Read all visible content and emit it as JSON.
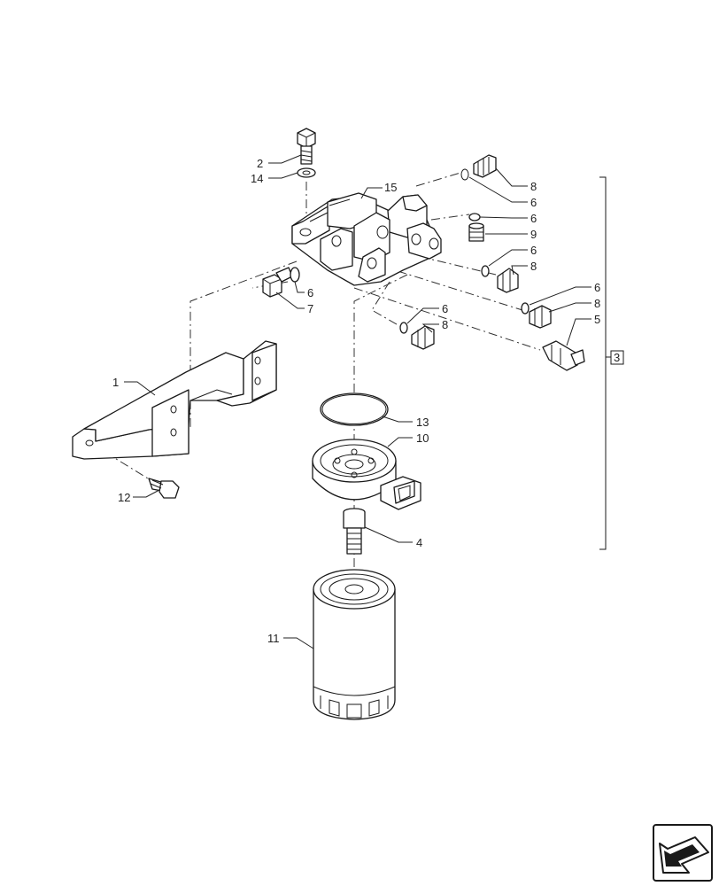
{
  "callouts": {
    "c1": "1",
    "c2": "2",
    "c3": "3",
    "c4": "4",
    "c5": "5",
    "c6a": "6",
    "c6b": "6",
    "c6c": "6",
    "c6d": "6",
    "c6e": "6",
    "c6f": "6",
    "c7": "7",
    "c8a": "8",
    "c8b": "8",
    "c8c": "8",
    "c8d": "8",
    "c9": "9",
    "c10": "10",
    "c11": "11",
    "c12": "12",
    "c13": "13",
    "c14": "14",
    "c15": "15"
  },
  "nav": {
    "icon": "next-page-arrow-icon"
  }
}
